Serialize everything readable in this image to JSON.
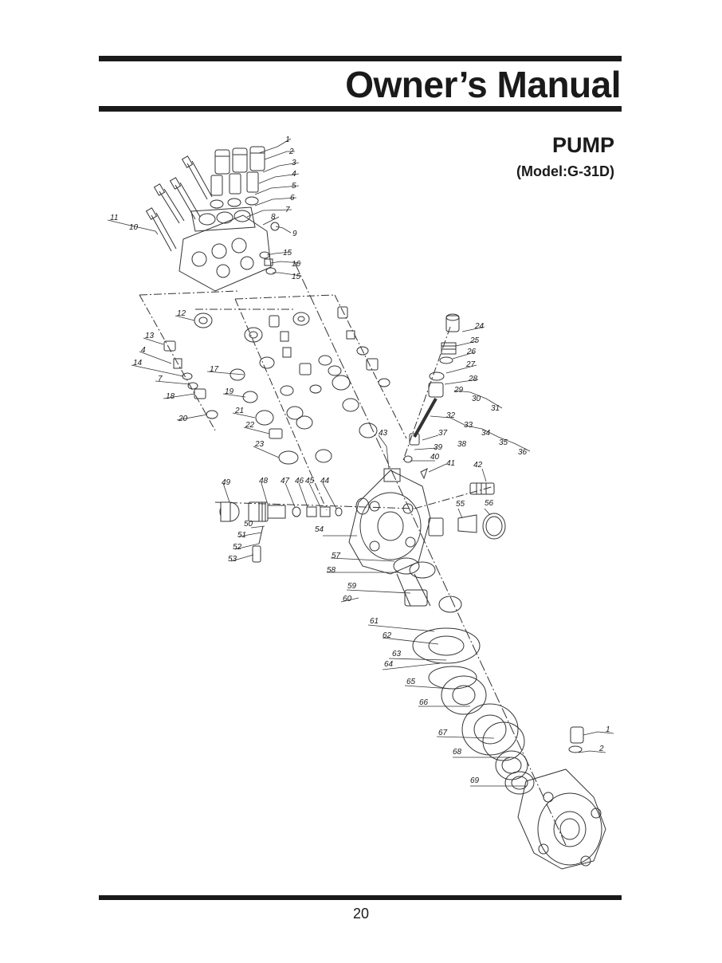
{
  "header": {
    "title": "Owner’s Manual"
  },
  "section": {
    "title": "PUMP",
    "model": "(Model:G-31D)"
  },
  "diagram": {
    "callouts": [
      "1",
      "2",
      "3",
      "4",
      "5",
      "6",
      "7",
      "8",
      "9",
      "10",
      "11",
      "15",
      "16",
      "15",
      "12",
      "13",
      "4",
      "14",
      "7",
      "18",
      "20",
      "17",
      "19",
      "21",
      "22",
      "23",
      "24",
      "25",
      "26",
      "27",
      "28",
      "29",
      "30",
      "31",
      "32",
      "33",
      "34",
      "35",
      "36",
      "37",
      "38",
      "39",
      "40",
      "41",
      "42",
      "43",
      "49",
      "48",
      "47",
      "46",
      "45",
      "44",
      "50",
      "51",
      "52",
      "53",
      "54",
      "55",
      "56",
      "57",
      "58",
      "59",
      "60",
      "61",
      "62",
      "63",
      "64",
      "65",
      "66",
      "67",
      "68",
      "69",
      "1",
      "2"
    ]
  },
  "footer": {
    "page_number": "20"
  }
}
